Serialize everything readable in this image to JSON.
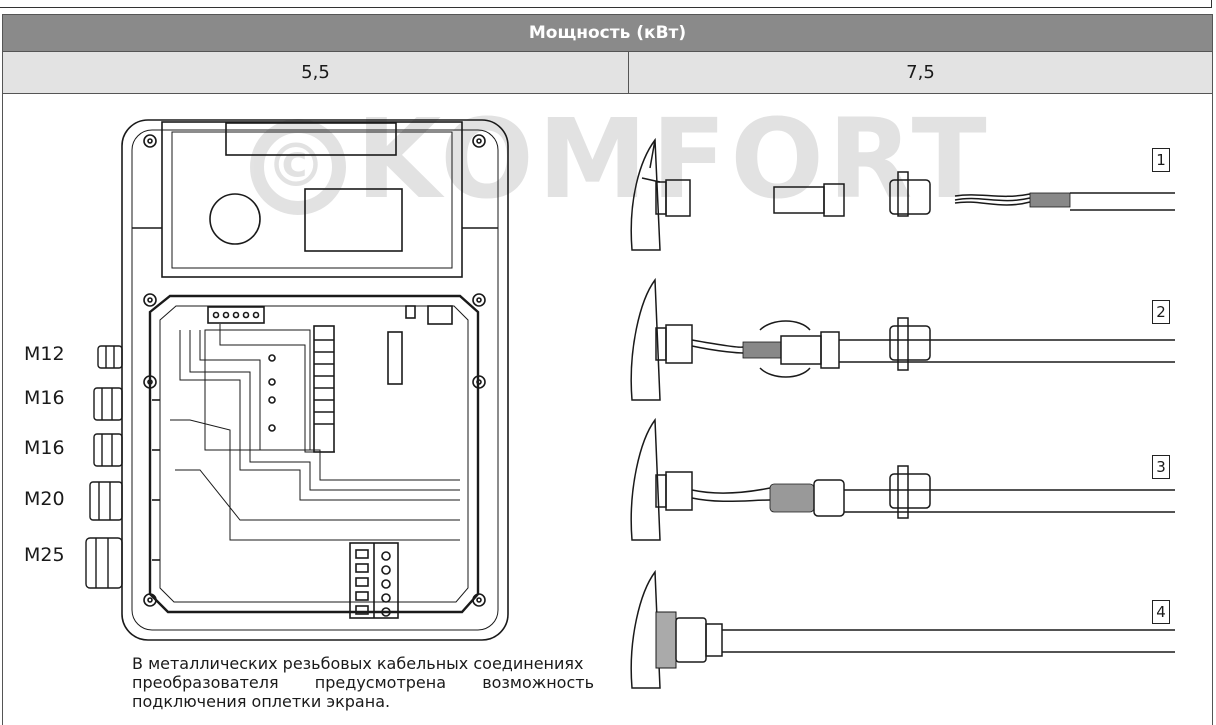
{
  "table": {
    "header": "Мощность (кВт)",
    "columns": [
      "5,5",
      "7,5"
    ]
  },
  "watermark": "KOMFORT",
  "threads": [
    "M12",
    "M16",
    "M16",
    "M20",
    "M25"
  ],
  "note_lines": [
    "В металлических резьбовых кабельных соединениях",
    "преобразователя предусмотрена возможность",
    "подключения оплетки экрана."
  ],
  "steps": [
    "1",
    "2",
    "3",
    "4"
  ],
  "icons": [
    "converter-housing-drawing",
    "cable-gland-assembly-drawing"
  ]
}
